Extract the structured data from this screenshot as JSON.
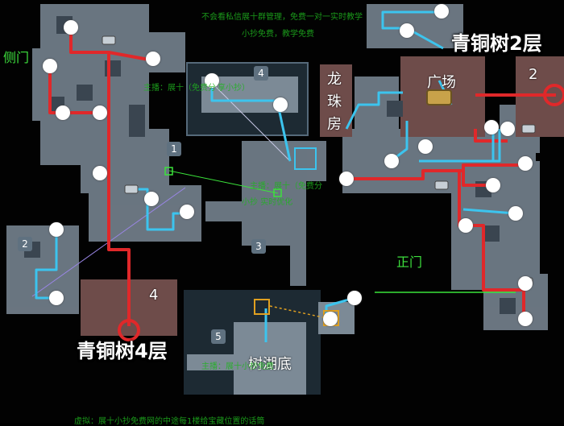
{
  "labels": {
    "top_right_floor": "青铜树2层",
    "bottom_left_floor": "青铜树4层",
    "side_gate": "侧门",
    "main_gate": "正门",
    "square": "广场",
    "dragon_room": [
      "龙",
      "珠",
      "房"
    ],
    "tree_lake_bottom": "树湖底",
    "room_two_right": "2",
    "room_four_bottom": "4"
  },
  "room_numbers": [
    "1",
    "2",
    "3",
    "4",
    "5"
  ],
  "watermarks": {
    "top_line1": "不会看私信展十群管理，免费一对一实时教学",
    "top_line2": "小抄免费，教学免费",
    "mid_a": "主播：展十（免费分",
    "mid_b": "享小抄）",
    "center_a": "主播：展十（免费分",
    "center_b": "小抄 实时优化",
    "lower": "主播：展十小抄免费",
    "bottom": "虚拟：展十小抄免费网的中途每1楼给宝藏位置的话筒"
  },
  "colors": {
    "route_red": "#e0282a",
    "route_cyan": "#3cc4ee",
    "room_fill": "#7c8a96",
    "room_dark": "#3a4550",
    "pink_room": "#6e4c4a",
    "green_text": "#3de03d"
  }
}
